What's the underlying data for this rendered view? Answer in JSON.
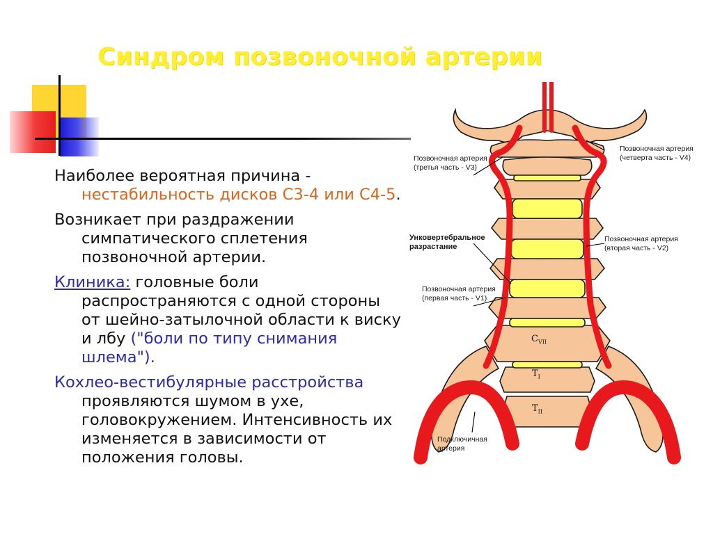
{
  "title": "Синдром позвоночной артерии",
  "bullets": {
    "b1_a": "Наиболее вероятная причина - ",
    "b1_b": "нестабильность дисков С3-4 или С4-5",
    "b1_c": ".",
    "b2": "Возникает при раздражении симпатического сплетения позвоночной артерии.",
    "b3_link": "Клиника:",
    "b3_a": " головные боли распространяются с одной стороны от шейно-затылочной области к виску и лбу ",
    "b3_b": "(\"боли по типу снимания шлема\").",
    "b4_a": "Кохлео-вестибулярные расстройства",
    "b4_b": " проявляются шумом в ухе, головокружением. Интенсивность их изменяется в зависимости от положения головы."
  },
  "figure": {
    "labels": {
      "v3": "Позвоночная артерия (третья часть - V3)",
      "v4": "Позвоночная артерия (четверта часть - V4)",
      "unco": "Унковертебральное разрастание",
      "v2": "Позвоночная артерия (вторая часть - V2)",
      "v1": "Позвоночная артерия (первая часть - V1)",
      "subclavian": "Подключичная артерия"
    },
    "vertebra_labels": {
      "c7": "C",
      "c7_sub": "VII",
      "t1": "T",
      "t1_sub": "I",
      "t2": "T",
      "t2_sub": "II"
    },
    "colors": {
      "title": "#ffee33",
      "artery": "#e8191c",
      "bone": "#f7c59a",
      "disc": "#ffff66",
      "accent_orange": "#d9661c",
      "accent_blue": "#2c2ca8"
    }
  }
}
